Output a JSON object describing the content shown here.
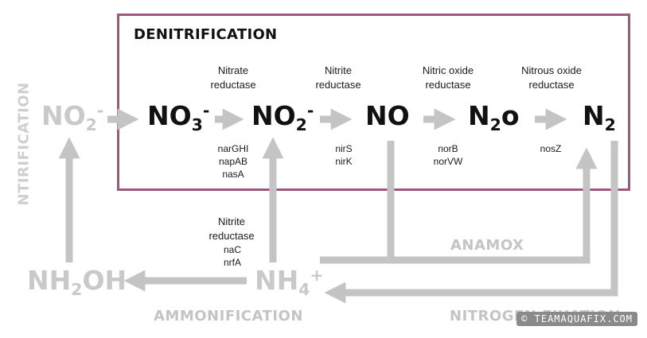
{
  "title": "DENITRIFICATION",
  "side_label": "NTIRIFICATION",
  "species": {
    "no2_left": {
      "base": "NO",
      "sub": "2",
      "sup": "-"
    },
    "no3": {
      "base": "NO",
      "sub": "3",
      "sup": "-"
    },
    "no2": {
      "base": "NO",
      "sub": "2",
      "sup": "-"
    },
    "no": {
      "base": "NO"
    },
    "n2o": {
      "base": "N",
      "sub": "2",
      "tail": "o"
    },
    "n2": {
      "base": "N",
      "sub": "2"
    },
    "nh2oh": {
      "base": "NH",
      "sub": "2",
      "tail": "OH"
    },
    "nh4": {
      "base": "NH",
      "sub": "4",
      "sup": "+"
    }
  },
  "enzymes": {
    "nitrate_reductase": "Nitrate\nreductase",
    "nitrite_reductase": "Nitrite\nreductase",
    "nitric_oxide_reductase": "Nitric oxide\nreductase",
    "nitrous_oxide_reductase": "Nitrous oxide\nreductase",
    "nitrite_reductase_lower": "Nitrite\nreductase"
  },
  "genes": {
    "nar": "narGHI\nnapAB\nnasA",
    "nir": "nirS\nnirK",
    "nor": "norB\nnorVW",
    "nos": "nosZ",
    "nrf": "naC\nnrfA"
  },
  "processes": {
    "anamox": "ANAMOX",
    "ammonification": "AMMONIFICATION",
    "nitrogen_fixation": "NITROGEN FIXATION"
  },
  "watermark": "© TEAMAQUAFIX.COM",
  "colors": {
    "box": "#a0577e",
    "arrow": "#c4c4c4",
    "black": "#111111",
    "grey": "#c9c9c9"
  }
}
